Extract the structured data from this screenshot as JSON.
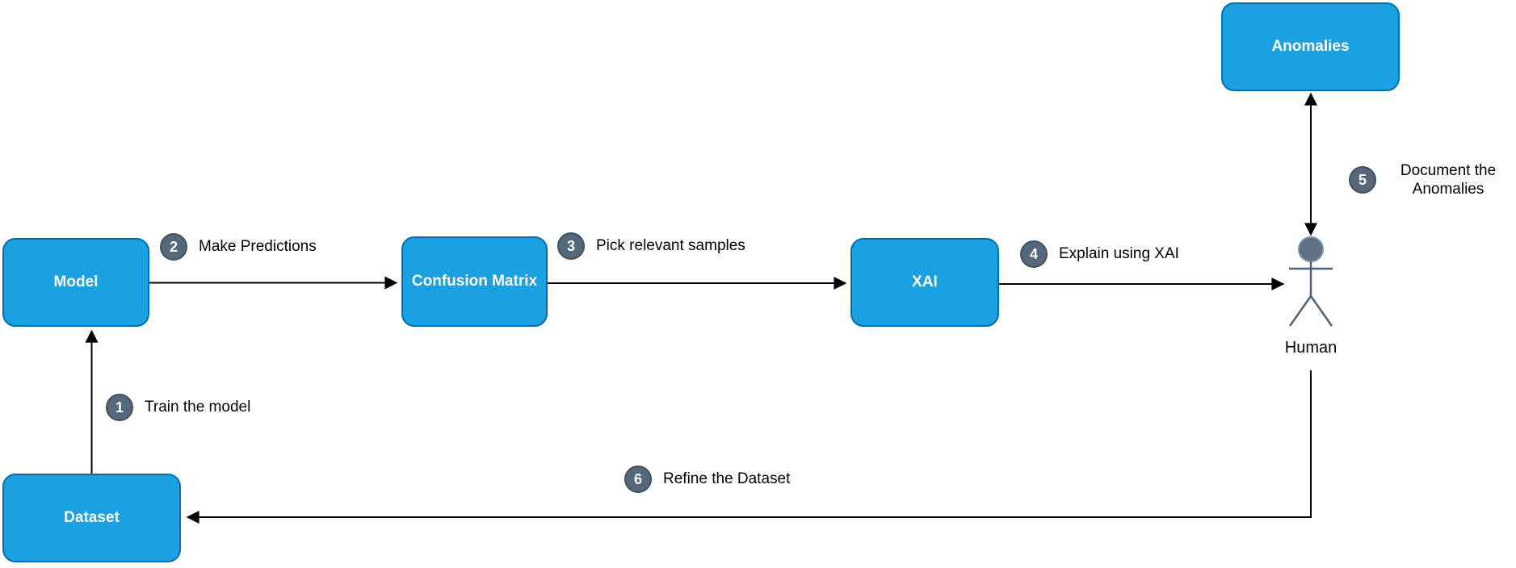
{
  "diagram": {
    "nodes": [
      {
        "id": "model",
        "label": "Model"
      },
      {
        "id": "confusion-matrix",
        "label": "Confusion Matrix"
      },
      {
        "id": "xai",
        "label": "XAI"
      },
      {
        "id": "anomalies",
        "label": "Anomalies"
      },
      {
        "id": "dataset",
        "label": "Dataset"
      }
    ],
    "actor": {
      "label": "Human"
    },
    "steps": [
      {
        "number": "1",
        "label": "Train the model"
      },
      {
        "number": "2",
        "label": "Make Predictions"
      },
      {
        "number": "3",
        "label": "Pick relevant samples"
      },
      {
        "number": "4",
        "label": "Explain using XAI"
      },
      {
        "number": "5",
        "label": "Document the Anomalies",
        "label_lines": [
          "Document the",
          "Anomalies"
        ]
      },
      {
        "number": "6",
        "label": "Refine the Dataset"
      }
    ],
    "colors": {
      "bg": "#ffffff",
      "node_fill": "#1ba1e2",
      "node_stroke": "#006eaf",
      "node_text": "#ffffff",
      "step_fill": "#54687a",
      "step_stroke": "#42525f",
      "step_number": "#ffffff",
      "step_text": "#000000",
      "line": "#000000",
      "actor_line": "#4d6278",
      "actor_head_fill": "#5f7183",
      "actor_head_stroke": "#7f91a0"
    }
  }
}
